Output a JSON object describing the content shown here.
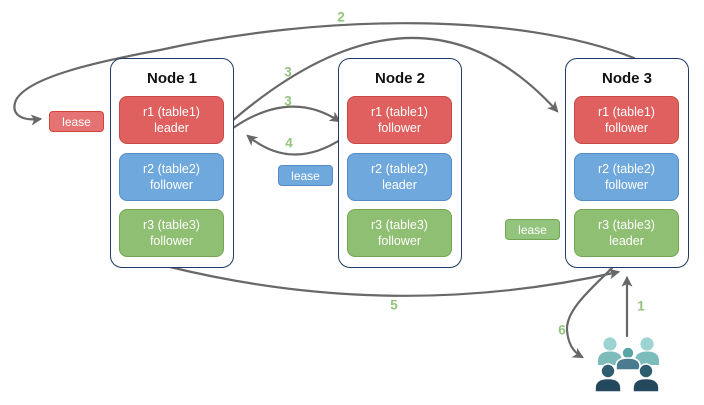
{
  "nodes": [
    {
      "title": "Node 1",
      "replicas": [
        {
          "name": "r1 (table1)",
          "role": "leader"
        },
        {
          "name": "r2 (table2)",
          "role": "follower"
        },
        {
          "name": "r3 (table3)",
          "role": "follower"
        }
      ]
    },
    {
      "title": "Node 2",
      "replicas": [
        {
          "name": "r1 (table1)",
          "role": "follower"
        },
        {
          "name": "r2 (table2)",
          "role": "leader"
        },
        {
          "name": "r3 (table3)",
          "role": "follower"
        }
      ]
    },
    {
      "title": "Node 3",
      "replicas": [
        {
          "name": "r1 (table1)",
          "role": "follower"
        },
        {
          "name": "r2 (table2)",
          "role": "follower"
        },
        {
          "name": "r3 (table3)",
          "role": "leader"
        }
      ]
    }
  ],
  "leases": [
    {
      "label": "lease",
      "color": "#e57373"
    },
    {
      "label": "lease",
      "color": "#6fa8dc"
    },
    {
      "label": "lease",
      "color": "#93c47d"
    }
  ],
  "steps": {
    "s1": "1",
    "s2": "2",
    "s3a": "3",
    "s3b": "3",
    "s4": "4",
    "s5": "5",
    "s6": "6"
  },
  "icons": {
    "users_group": "users-group-icon"
  },
  "colors": {
    "leader_red": "#df605e",
    "follower_blue": "#6fa8dc",
    "follower_green": "#8fbf72",
    "node_border": "#1f3b63",
    "arrow_gray": "#686868",
    "step_label_green": "#93c47d",
    "users_light_teal": "#9dd3d1",
    "users_mid_teal": "#4a7b8e",
    "users_dark_teal": "#25495c"
  }
}
